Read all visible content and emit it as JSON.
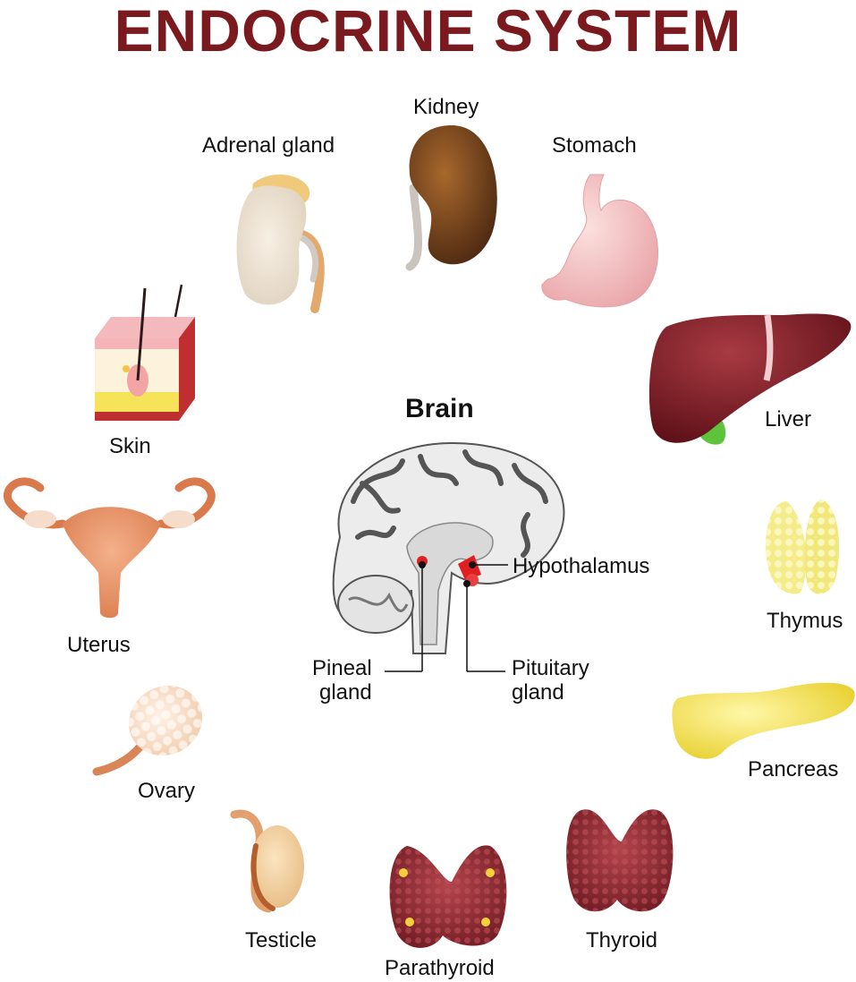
{
  "title": "ENDOCRINE SYSTEM",
  "colors": {
    "title": "#7a1a1f",
    "liver": "#7d1a22",
    "thyroid": "#9a2b33",
    "kidney": "#6b3a1a",
    "stomach": "#f4c2c2",
    "pancreas": "#f2e04a",
    "thymus": "#f4ec8a",
    "uterus": "#e08a5c",
    "gallbladder": "#5cc33a",
    "hormone_gland_highlight": "#e02020"
  },
  "brain": {
    "title": "Brain",
    "hypothalamus": "Hypothalamus",
    "pineal_line1": "Pineal",
    "pineal_line2": "gland",
    "pituitary_line1": "Pituitary",
    "pituitary_line2": "gland"
  },
  "organs": {
    "kidney": "Kidney",
    "adrenal": "Adrenal gland",
    "stomach": "Stomach",
    "liver": "Liver",
    "skin": "Skin",
    "thymus": "Thymus",
    "uterus": "Uterus",
    "pancreas": "Pancreas",
    "ovary": "Ovary",
    "testicle": "Testicle",
    "parathyroid": "Parathyroid",
    "thyroid": "Thyroid"
  }
}
